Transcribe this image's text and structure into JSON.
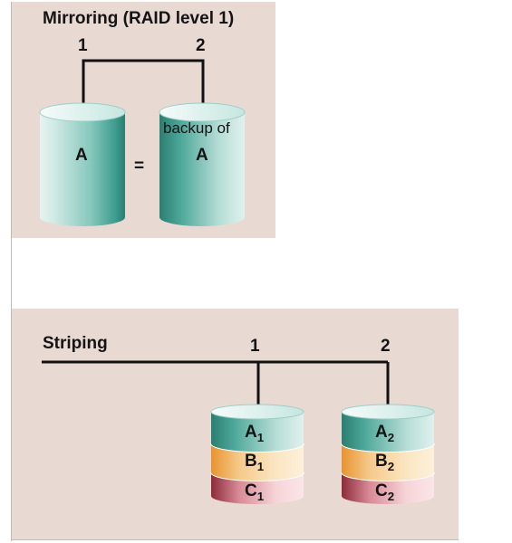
{
  "mirroring": {
    "title": "Mirroring (RAID level 1)",
    "port_1": "1",
    "port_2": "2",
    "disk_1_label": "A",
    "equals": "=",
    "disk_2_line1": "backup of",
    "disk_2_line2": "A"
  },
  "striping": {
    "title": "Striping",
    "port_1": "1",
    "port_2": "2",
    "disk_1": [
      {
        "letter": "A",
        "sub": "1"
      },
      {
        "letter": "B",
        "sub": "1"
      },
      {
        "letter": "C",
        "sub": "1"
      }
    ],
    "disk_2": [
      {
        "letter": "A",
        "sub": "2"
      },
      {
        "letter": "B",
        "sub": "2"
      },
      {
        "letter": "C",
        "sub": "2"
      }
    ]
  },
  "colors": {
    "panel": "#e9d9d3",
    "teal": "#5fb2a6",
    "yellow": "#f0c878",
    "red": "#c05060"
  }
}
